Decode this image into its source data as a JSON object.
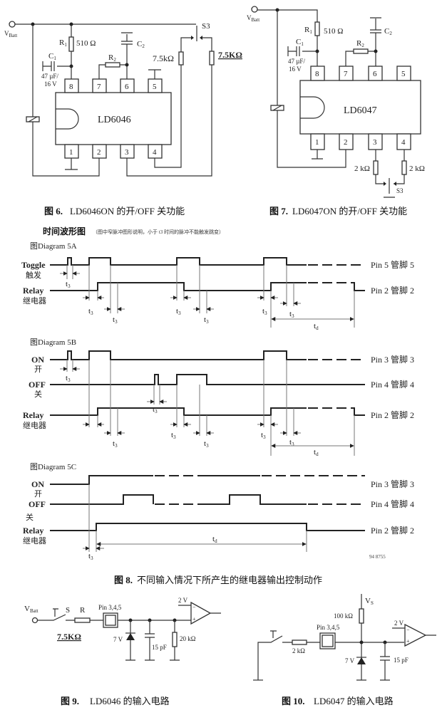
{
  "fig6": {
    "vbatt": "V",
    "vbatt_sub": "Batt",
    "r1": "R",
    "r1_sub": "1",
    "r1_value": "510 Ω",
    "c1": "C",
    "c1_sub": "1",
    "c1_value1": "47 µF/",
    "c1_value2": "16 V",
    "c2": "C",
    "c2_sub": "2",
    "r2": "R",
    "r2_sub": "2",
    "switch": "S3",
    "res_left": "7.5kΩ",
    "res_right": "7.5KΩ",
    "chip": "LD6046",
    "pins_top": [
      "8",
      "7",
      "6",
      "5"
    ],
    "pins_bottom": [
      "1",
      "2",
      "3",
      "4"
    ],
    "caption_num": "图 6.",
    "caption_text": "LD6046ON 的开/OFF 关功能"
  },
  "fig7": {
    "vbatt": "V",
    "vbatt_sub": "Batt",
    "r1": "R",
    "r1_sub": "1",
    "r1_value": "510 Ω",
    "c1": "C",
    "c1_sub": "1",
    "c1_value1": "47 µF/",
    "c1_value2": "16 V",
    "c2": "C",
    "c2_sub": "2",
    "r2": "R",
    "r2_sub": "2",
    "chip": "LD6047",
    "pins_top": [
      "8",
      "7",
      "6",
      "5"
    ],
    "pins_bottom": [
      "1",
      "2",
      "3",
      "4"
    ],
    "res3": "2 kΩ",
    "res4": "2 kΩ",
    "switch": "S3",
    "caption_num": "图 7.",
    "caption_text": "LD6047ON 的开/OFF 关功能"
  },
  "timing": {
    "title": "时间波形图",
    "subtitle": "（图中窄脉冲图形说明，小于 t3 时间的脉冲不能触发跳变）",
    "t3": "t",
    "t3_sub": "3",
    "td": "t",
    "td_sub": "d",
    "diagram_a": {
      "label": "图Diagram 5A",
      "toggle": "Toggle",
      "toggle_cn": "触发",
      "relay": "Relay",
      "relay_cn": "继电器",
      "pin5": "Pin 5 管脚 5",
      "pin2": "Pin 2 管脚 2"
    },
    "diagram_b": {
      "label": "图Diagram 5B",
      "on": "ON",
      "on_cn": "开",
      "off": "OFF",
      "off_cn": "关",
      "relay": "Relay",
      "relay_cn": "继电器",
      "pin3": "Pin 3 管脚 3",
      "pin4": "Pin 4 管脚 4",
      "pin2": "Pin 2 管脚 2"
    },
    "diagram_c": {
      "label": "图Diagram 5C",
      "on": "ON",
      "on_cn": "开",
      "off": "OFF",
      "off_cn": "关",
      "relay": "Relay",
      "relay_cn": "继电器",
      "pin3": "Pin 3 管脚 3",
      "pin4": "Pin 4 管脚 4",
      "pin2": "Pin 2 管脚 2",
      "ref": "94 8755"
    }
  },
  "fig8": {
    "caption_num": "图 8.",
    "caption_text": "不同输入情况下所产生的继电器输出控制动作"
  },
  "fig9": {
    "vbatt": "V",
    "vbatt_sub": "Batt",
    "switch": "S",
    "resistor": "R",
    "res_value": "7.5KΩ",
    "pin": "Pin 3,4,5",
    "zener": "7 V",
    "cap": "15 pF",
    "res2": "20 kΩ",
    "ref": "2 V",
    "minus": "−",
    "plus": "+",
    "caption_num": "图 9.",
    "caption_text": "LD6046 的输入电路"
  },
  "fig10": {
    "vs": "V",
    "vs_sub": "S",
    "pullup": "100 kΩ",
    "res": "2 kΩ",
    "pin": "Pin 3,4,5",
    "zener": "7 V",
    "cap": "15 pF",
    "ref": "2 V",
    "minus": "−",
    "plus": "+",
    "caption_num": "图 10.",
    "caption_text": "LD6047 的输入电路"
  }
}
